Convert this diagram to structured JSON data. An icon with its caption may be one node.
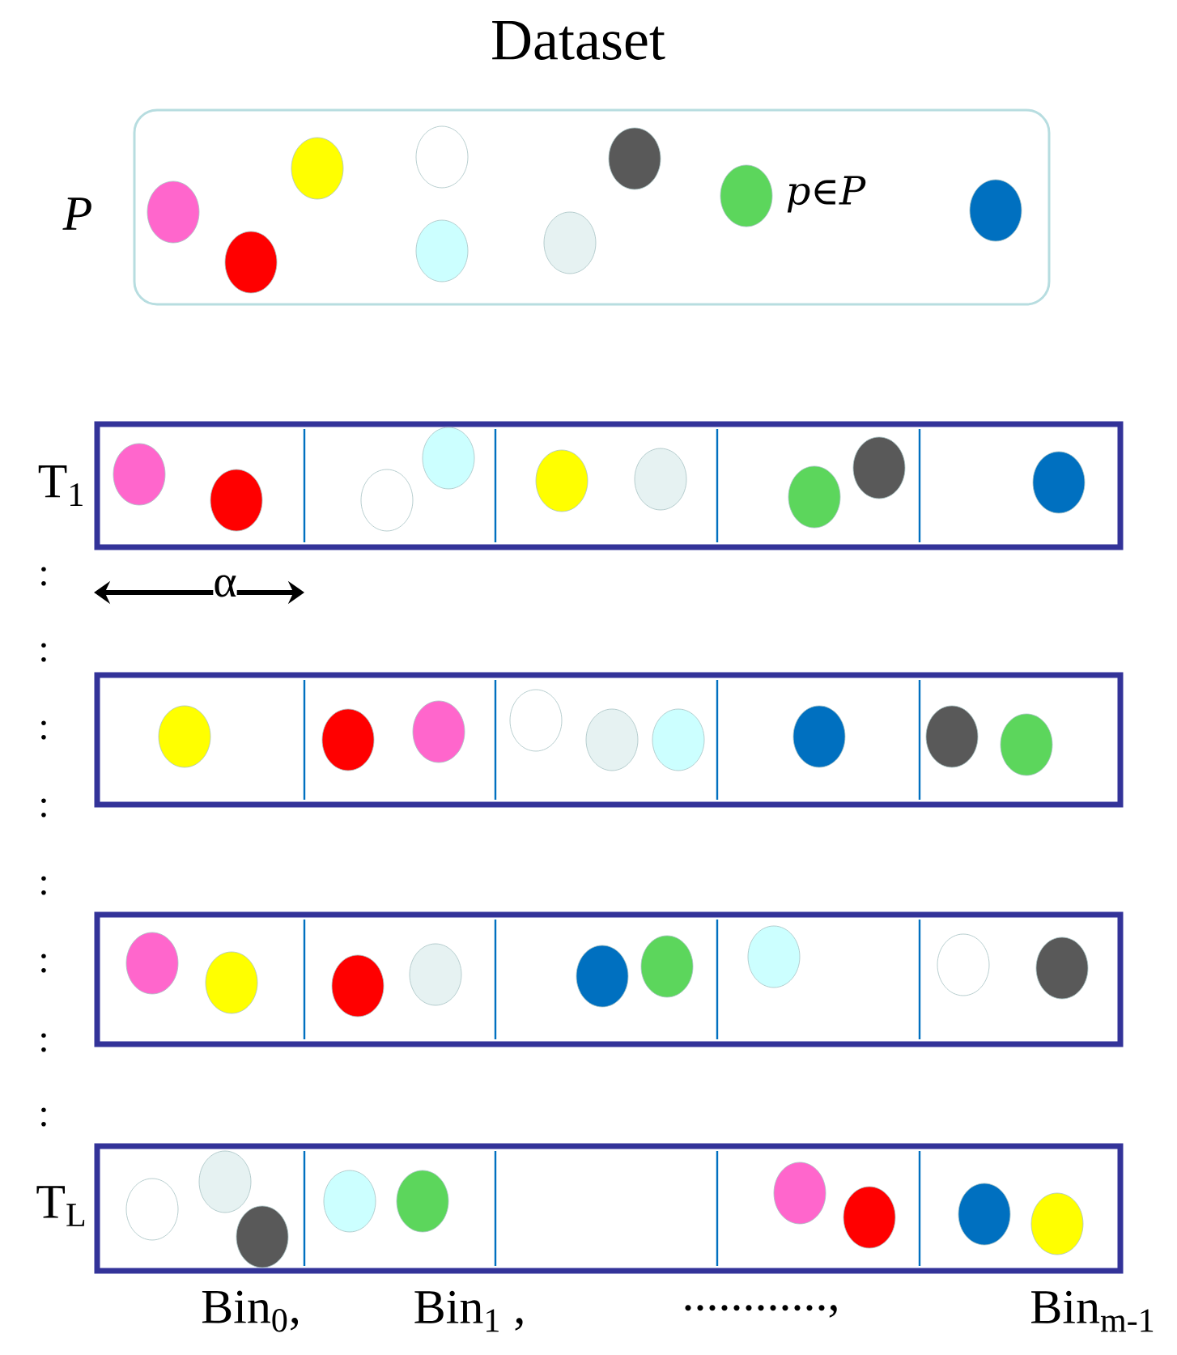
{
  "diagram": {
    "title": "Dataset",
    "nodes": [
      {
        "text": [
          "p∈P"
        ],
        "beside": [
          "P"
        ]
      },
      {
        "text": [],
        "shape": "box",
        "beside": [
          "T$_{1}$"
        ]
      },
      {
        "text": [],
        "shape": "box"
      },
      {
        "text": [],
        "shape": "box"
      },
      {
        "text": [],
        "shape": "box",
        "beside": [
          "T$_{L}$"
        ]
      }
    ],
    "labels": [
      ":",
      ":",
      ":",
      ":",
      ":",
      ":",
      ":",
      ":",
      "α",
      "Bin$_{0}$,",
      "Bin$_{1}$ ,",
      "............,",
      "Bin$_{m-1}$"
    ]
  }
}
